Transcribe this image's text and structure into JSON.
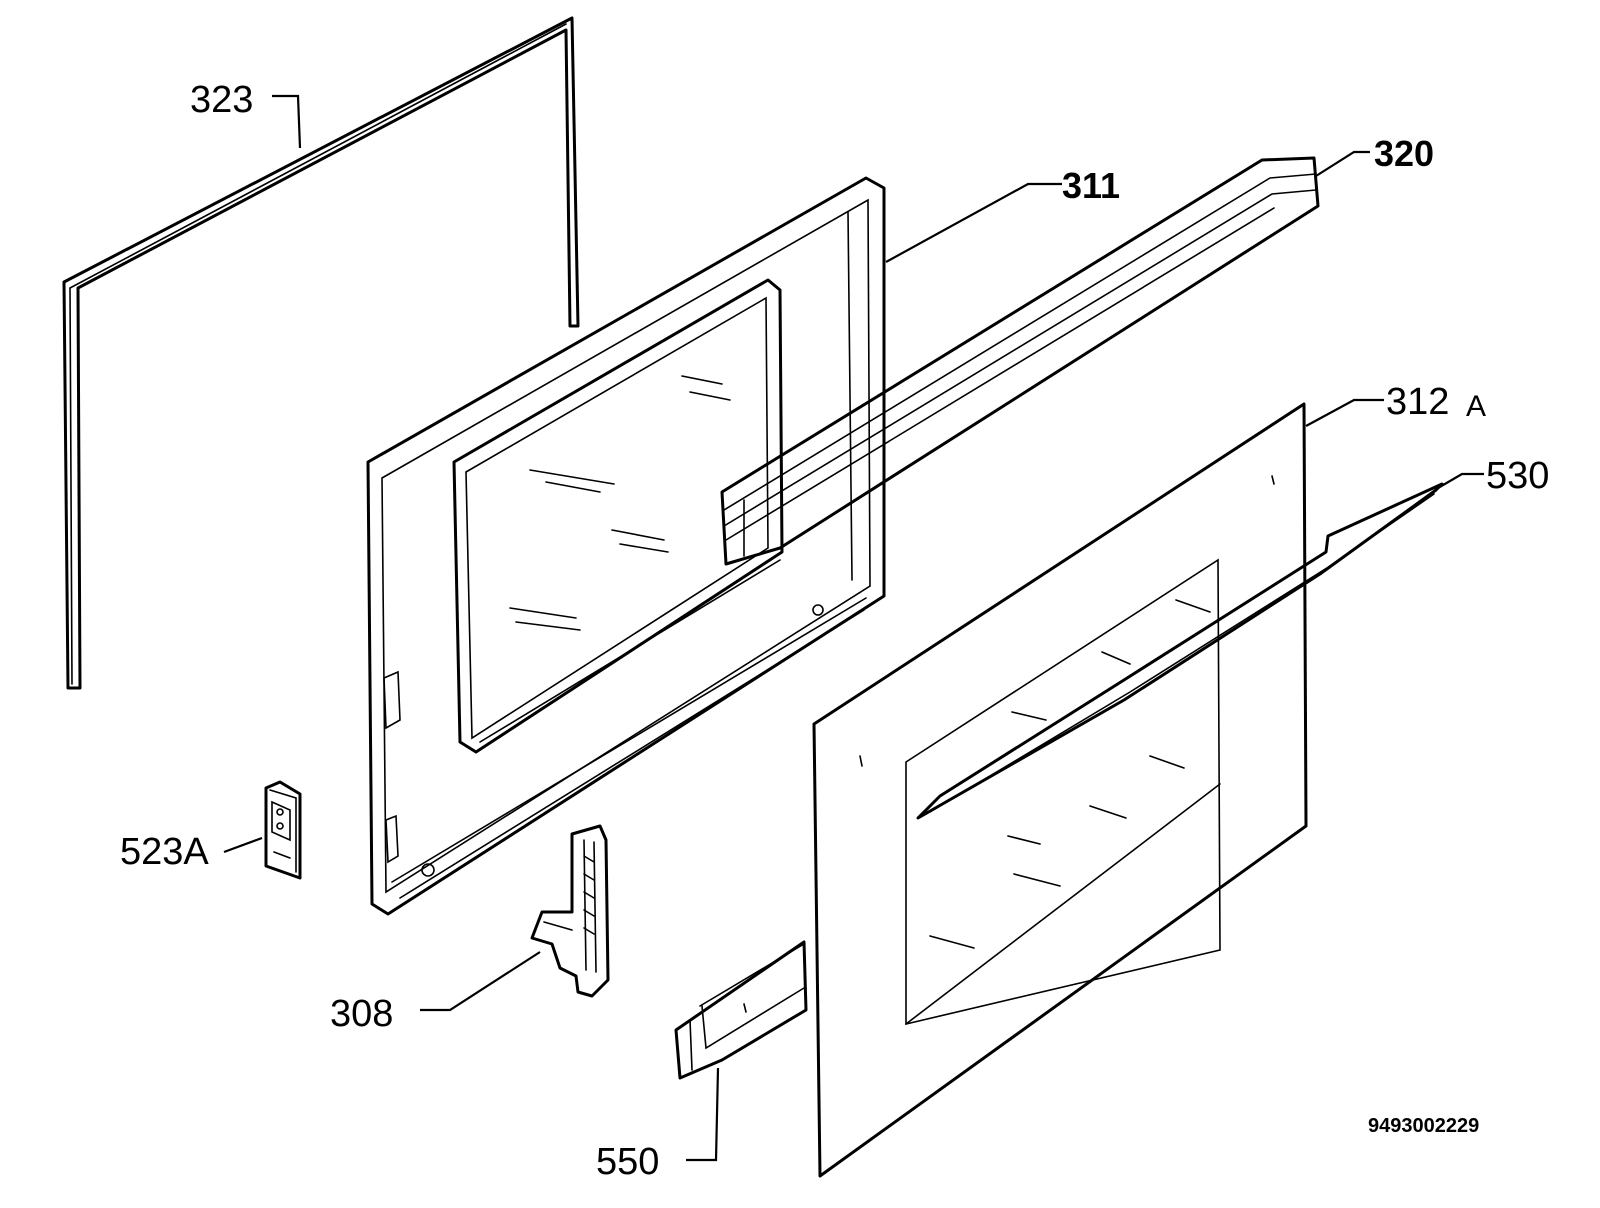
{
  "labels": {
    "p323": "323",
    "p311": "311",
    "p320": "320",
    "p312a_num": "312",
    "p312a_suffix": "A",
    "p530": "530",
    "p523a": "523A",
    "p308": "308",
    "p550": "550"
  },
  "document_number": "9493002229"
}
